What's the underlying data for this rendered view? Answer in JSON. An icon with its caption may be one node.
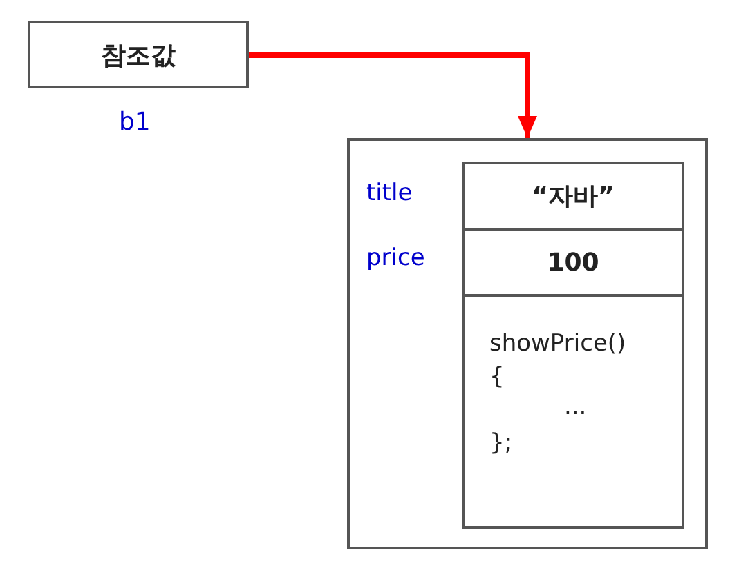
{
  "diagram": {
    "nodes": [
      {
        "text": [
          "참조값"
        ],
        "beside": [
          "b1"
        ]
      },
      {
        "text": [],
        "shape": "box"
      },
      {
        "text": [
          "“자바”"
        ],
        "in": 1
      },
      {
        "text": [
          "100"
        ],
        "in": 1
      },
      {
        "text": [
          "showPrice()",
          "{",
          "...",
          "};"
        ],
        "in": 1
      }
    ],
    "edges": [
      {
        "from": 0,
        "to": 1,
        "arrow": "to",
        "color": "#ff0000"
      }
    ],
    "labels": [
      "title",
      "price"
    ]
  }
}
